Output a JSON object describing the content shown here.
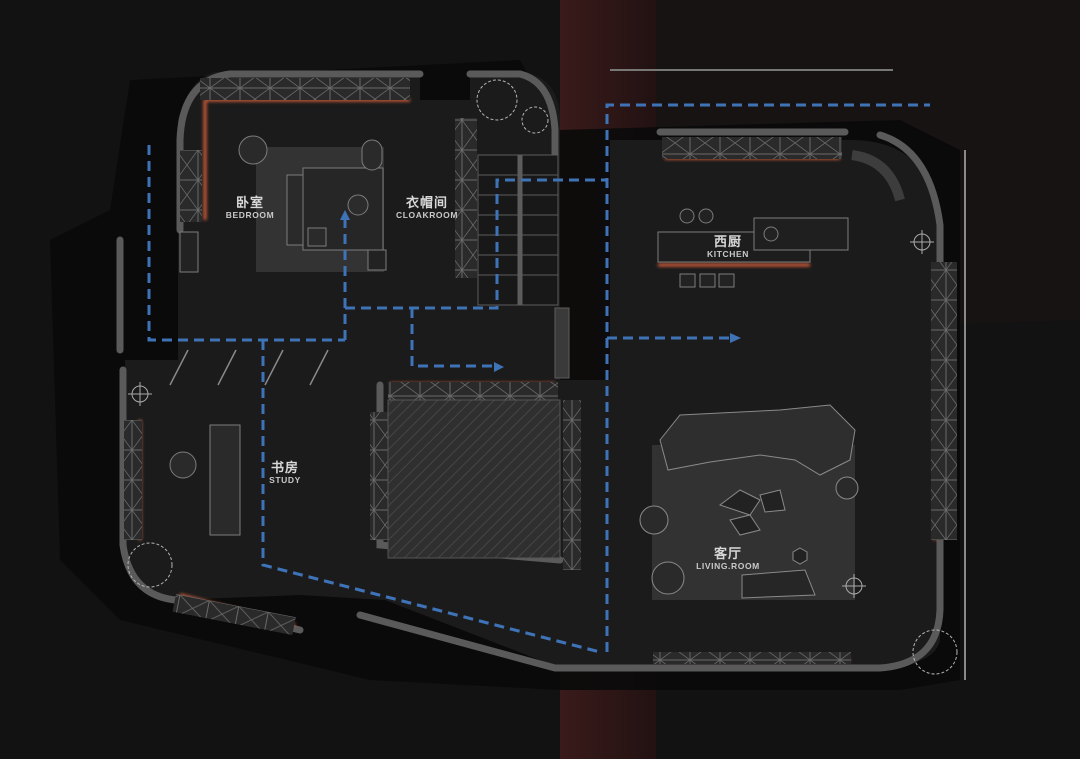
{
  "plan": {
    "colors": {
      "background": "#121212",
      "wall": "#5a5a5a",
      "accent_glow": "#d9603a",
      "route": "#3f73b8",
      "furniture": "#7c7c7c",
      "red_column": "#2c1515"
    },
    "rooms": [
      {
        "id": "bedroom",
        "name_zh": "卧室",
        "name_en": "BEDROOM"
      },
      {
        "id": "cloakroom",
        "name_zh": "衣帽间",
        "name_en": "CLOAKROOM"
      },
      {
        "id": "kitchen",
        "name_zh": "西厨",
        "name_en": "KITCHEN"
      },
      {
        "id": "study",
        "name_zh": "书房",
        "name_en": "STUDY"
      },
      {
        "id": "living",
        "name_zh": "客厅",
        "name_en": "LIVING.ROOM"
      }
    ]
  }
}
